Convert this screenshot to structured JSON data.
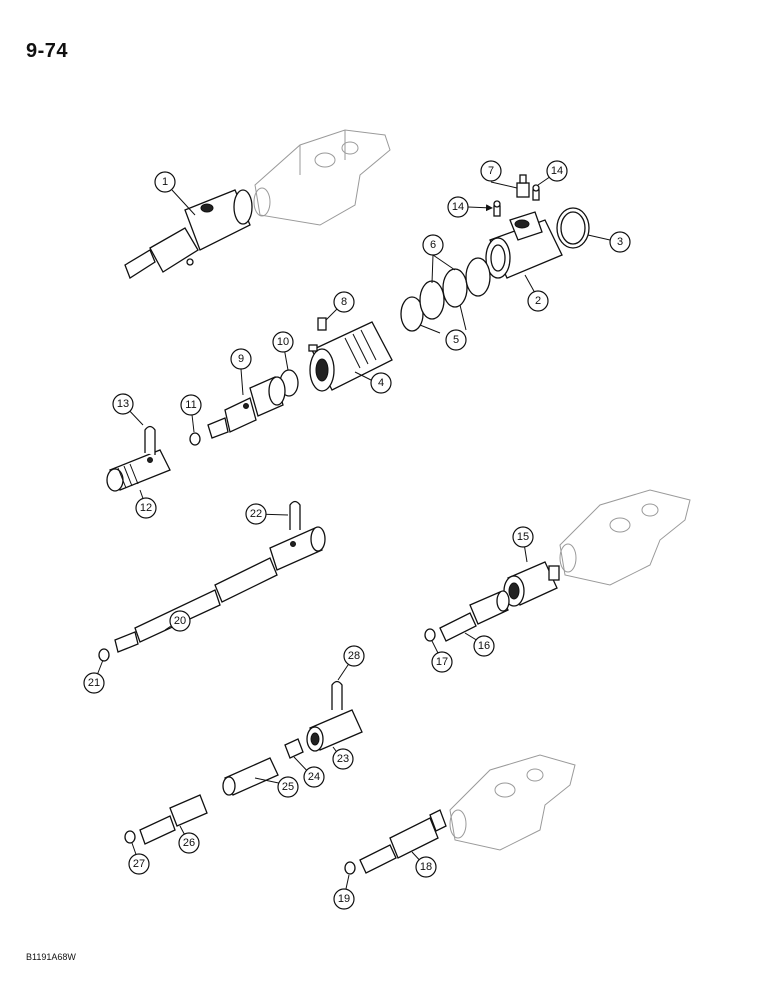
{
  "page_number": "9-74",
  "drawing_code": "B1191A68W",
  "callouts": [
    "1",
    "2",
    "3",
    "4",
    "5",
    "6",
    "7",
    "8",
    "9",
    "10",
    "11",
    "12",
    "13",
    "14",
    "14",
    "15",
    "16",
    "17",
    "18",
    "19",
    "20",
    "21",
    "22",
    "23",
    "24",
    "25",
    "26",
    "27",
    "28"
  ]
}
